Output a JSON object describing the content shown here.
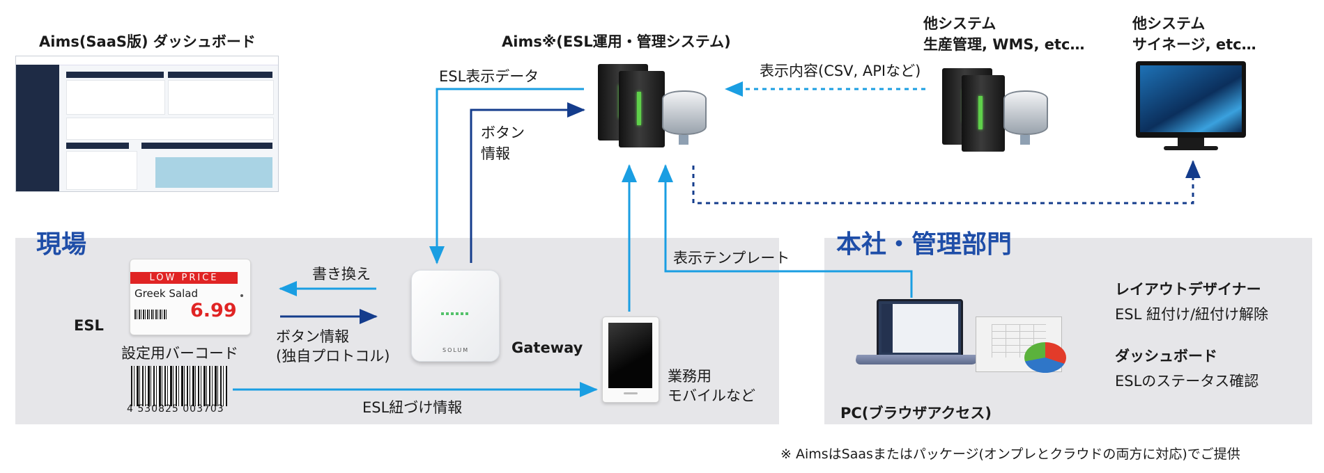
{
  "dashboard": {
    "title": "Aims(SaaS版) ダッシュボード"
  },
  "aims": {
    "title": "Aims※(ESL運用・管理システム)"
  },
  "other_system_1": {
    "line1": "他システム",
    "line2": "生産管理, WMS, etc…"
  },
  "other_system_2": {
    "line1": "他システム",
    "line2": "サイネージ, etc…"
  },
  "edges": {
    "esl_display_data": "ESL表示データ",
    "button_info_line1": "ボタン",
    "button_info_line2": "情報",
    "display_content": "表示内容(CSV, APIなど)",
    "display_template": "表示テンプレート",
    "rewrite": "書き換え",
    "button_protocol_line1": "ボタン情報",
    "button_protocol_line2": "(独自プロトコル)",
    "esl_link_info": "ESL紐づけ情報"
  },
  "site": {
    "title": "現場",
    "esl_label": "ESL",
    "barcode_label": "設定用バーコード",
    "barcode_number": "4 530825 003703",
    "gateway_label": "Gateway",
    "mobile_line1": "業務用",
    "mobile_line2": "モバイルなど"
  },
  "esl_tag": {
    "header": "LOW PRICE",
    "product": "Greek Salad",
    "price": "6.99"
  },
  "gateway_brand": "SOLUM",
  "hq": {
    "title": "本社・管理部門",
    "pc_label": "PC(ブラウザアクセス)",
    "feature1_title": "レイアウトデザイナー",
    "feature1_desc": "ESL 紐付け/紐付け解除",
    "feature2_title": "ダッシュボード",
    "feature2_desc": "ESLのステータス確認"
  },
  "footnote": "※ AimsはSaasまたはパッケージ(オンプレとクラウドの両方に対応)でご提供",
  "colors": {
    "light_arrow": "#1a9ee2",
    "dark_arrow": "#143c8c",
    "section_title": "#1f4ea8",
    "panel_bg": "#e6e6e9",
    "price_red": "#e02424"
  }
}
